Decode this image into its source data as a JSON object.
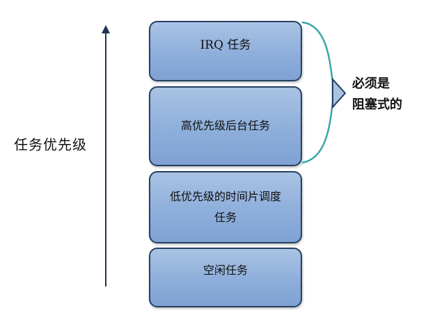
{
  "axis": {
    "label": "任务优先级"
  },
  "tasks": [
    {
      "id": "irq",
      "label": "IRQ 任务"
    },
    {
      "id": "high",
      "label": "高优先级后台任务"
    },
    {
      "id": "low",
      "label": "低优先级的时间片调度任务"
    },
    {
      "id": "idle",
      "label": "空闲任务"
    }
  ],
  "brace_note": {
    "line1": "必须是",
    "line2": "阻塞式的"
  },
  "colors": {
    "box_fill": "#8eaedb",
    "box_border": "#243f62",
    "brace": "#3aa6a6",
    "arrow": "#1f3552"
  }
}
